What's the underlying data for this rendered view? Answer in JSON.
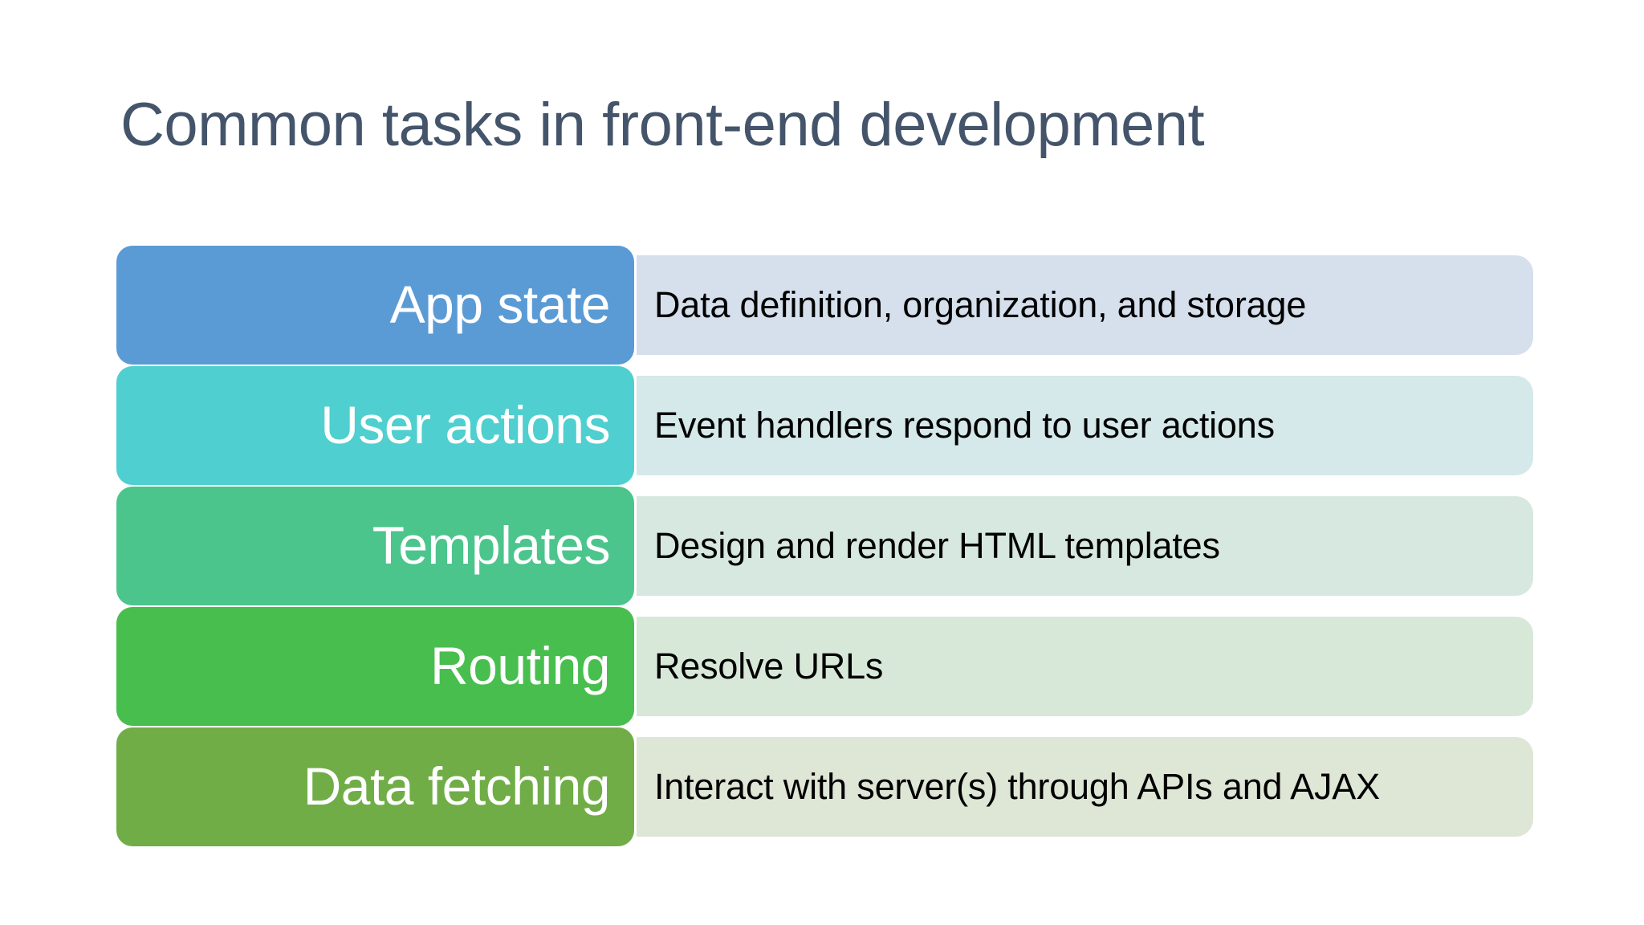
{
  "slide": {
    "title": "Common tasks in front-end development",
    "title_color": "#44546A",
    "background_color": "#FFFFFF",
    "label_text_color": "#FFFFFF",
    "description_text_color": "#000000"
  },
  "rows": [
    {
      "label": "App state",
      "description": "Data definition, organization, and storage",
      "label_color": "#5B9BD5",
      "panel_color": "#D6DFEC"
    },
    {
      "label": "User actions",
      "description": "Event handlers respond to user actions",
      "label_color": "#4FCFCF",
      "panel_color": "#D5E8EA"
    },
    {
      "label": "Templates",
      "description": "Design and render HTML templates",
      "label_color": "#4CC58C",
      "panel_color": "#D6E8E0"
    },
    {
      "label": "Routing",
      "description": "Resolve URLs",
      "label_color": "#48BE4E",
      "panel_color": "#D8E8D8"
    },
    {
      "label": "Data fetching",
      "description": "Interact with server(s) through APIs and AJAX",
      "label_color": "#70AD47",
      "panel_color": "#DEE6D5"
    }
  ]
}
